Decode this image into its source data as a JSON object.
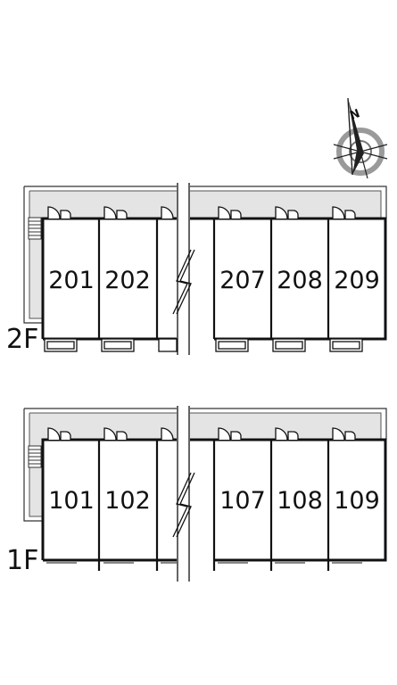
{
  "compass": {
    "north_label": "N",
    "icon": "compass-rose-icon"
  },
  "floors": [
    {
      "label": "2F",
      "rooms_left": [
        "201",
        "202"
      ],
      "rooms_right": [
        "207",
        "208",
        "209"
      ]
    },
    {
      "label": "1F",
      "rooms_left": [
        "101",
        "102"
      ],
      "rooms_right": [
        "107",
        "108",
        "109"
      ]
    }
  ]
}
